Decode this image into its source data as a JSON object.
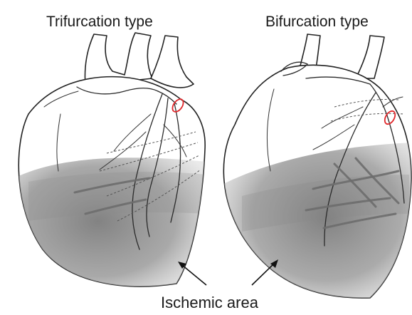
{
  "left_panel": {
    "title": "Trifurcation type"
  },
  "right_panel": {
    "title": "Bifurcation type"
  },
  "caption": "Ischemic area",
  "colors": {
    "ischemic_shading": "#8f8f8f",
    "occlusion_marker": "#e0282c",
    "outline": "#222222"
  }
}
